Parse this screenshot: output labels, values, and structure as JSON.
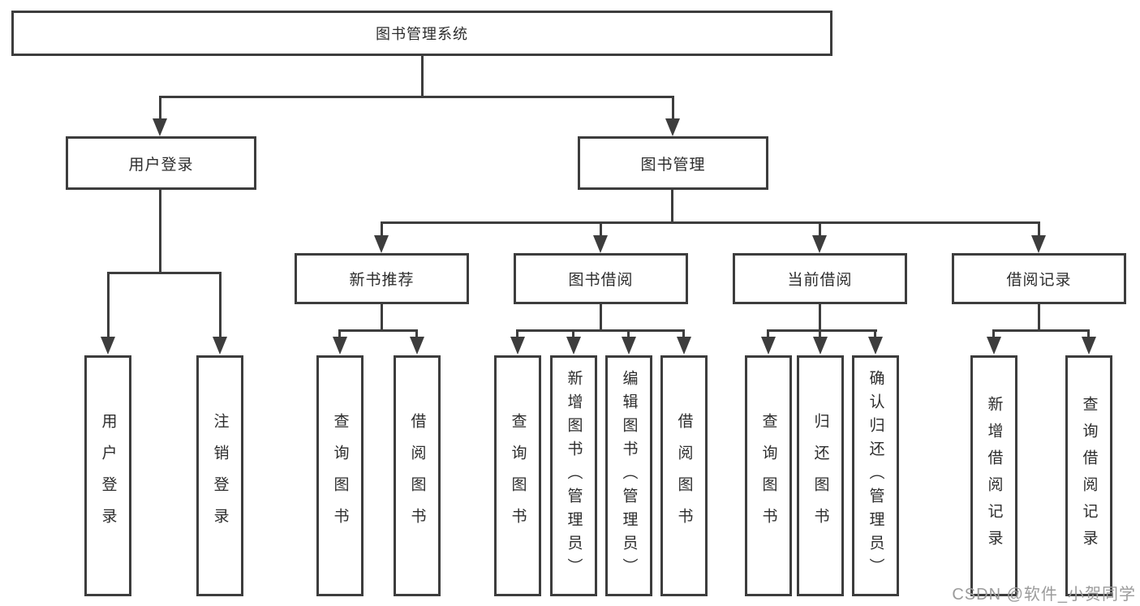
{
  "nodes": {
    "root": "图书管理系统",
    "level2": [
      "用户登录",
      "图书管理"
    ],
    "level3": [
      "新书推荐",
      "图书借阅",
      "当前借阅",
      "借阅记录"
    ],
    "leaves": [
      "用户登录",
      "注销登录",
      "查询图书",
      "借阅图书",
      "查询图书",
      "新增图书（管理员）",
      "编辑图书（管理员）",
      "借阅图书",
      "查询图书",
      "归还图书",
      "确认归还（管理员）",
      "新增借阅记录",
      "查询借阅记录"
    ]
  },
  "colors": {
    "line": "#3d3d3d",
    "text": "#2d2d2d",
    "watermark": "#9b9b9b",
    "background": "#ffffff"
  },
  "watermark": {
    "text": "CSDN @软件_小贺同学"
  }
}
